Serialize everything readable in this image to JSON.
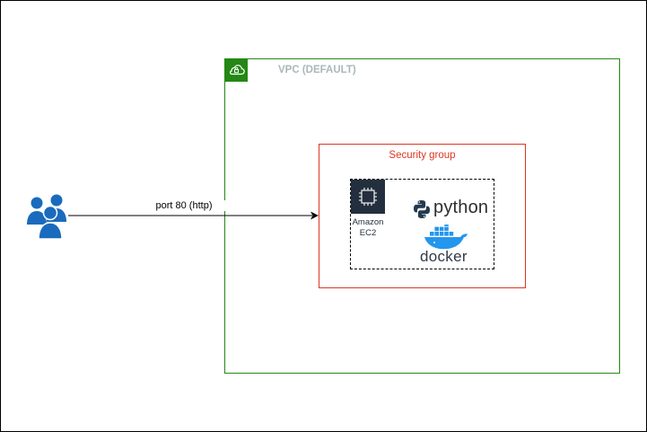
{
  "vpc": {
    "label": "VPC (DEFAULT)"
  },
  "security_group": {
    "label": "Security group"
  },
  "ec2": {
    "label_line1": "Amazon",
    "label_line2": "EC2"
  },
  "python": {
    "text": "python"
  },
  "docker": {
    "text": "docker"
  },
  "edge": {
    "label": "port 80 (http)"
  },
  "colors": {
    "vpc_border": "#248814",
    "security_group_border": "#dd3522",
    "ec2_icon_bg": "#232f3e",
    "users_icon": "#1a6bbd",
    "docker_blue": "#2496ed"
  },
  "icons": [
    "users-icon",
    "vpc-cloud-lock-icon",
    "ec2-chip-icon",
    "python-logo-icon",
    "docker-whale-icon"
  ]
}
